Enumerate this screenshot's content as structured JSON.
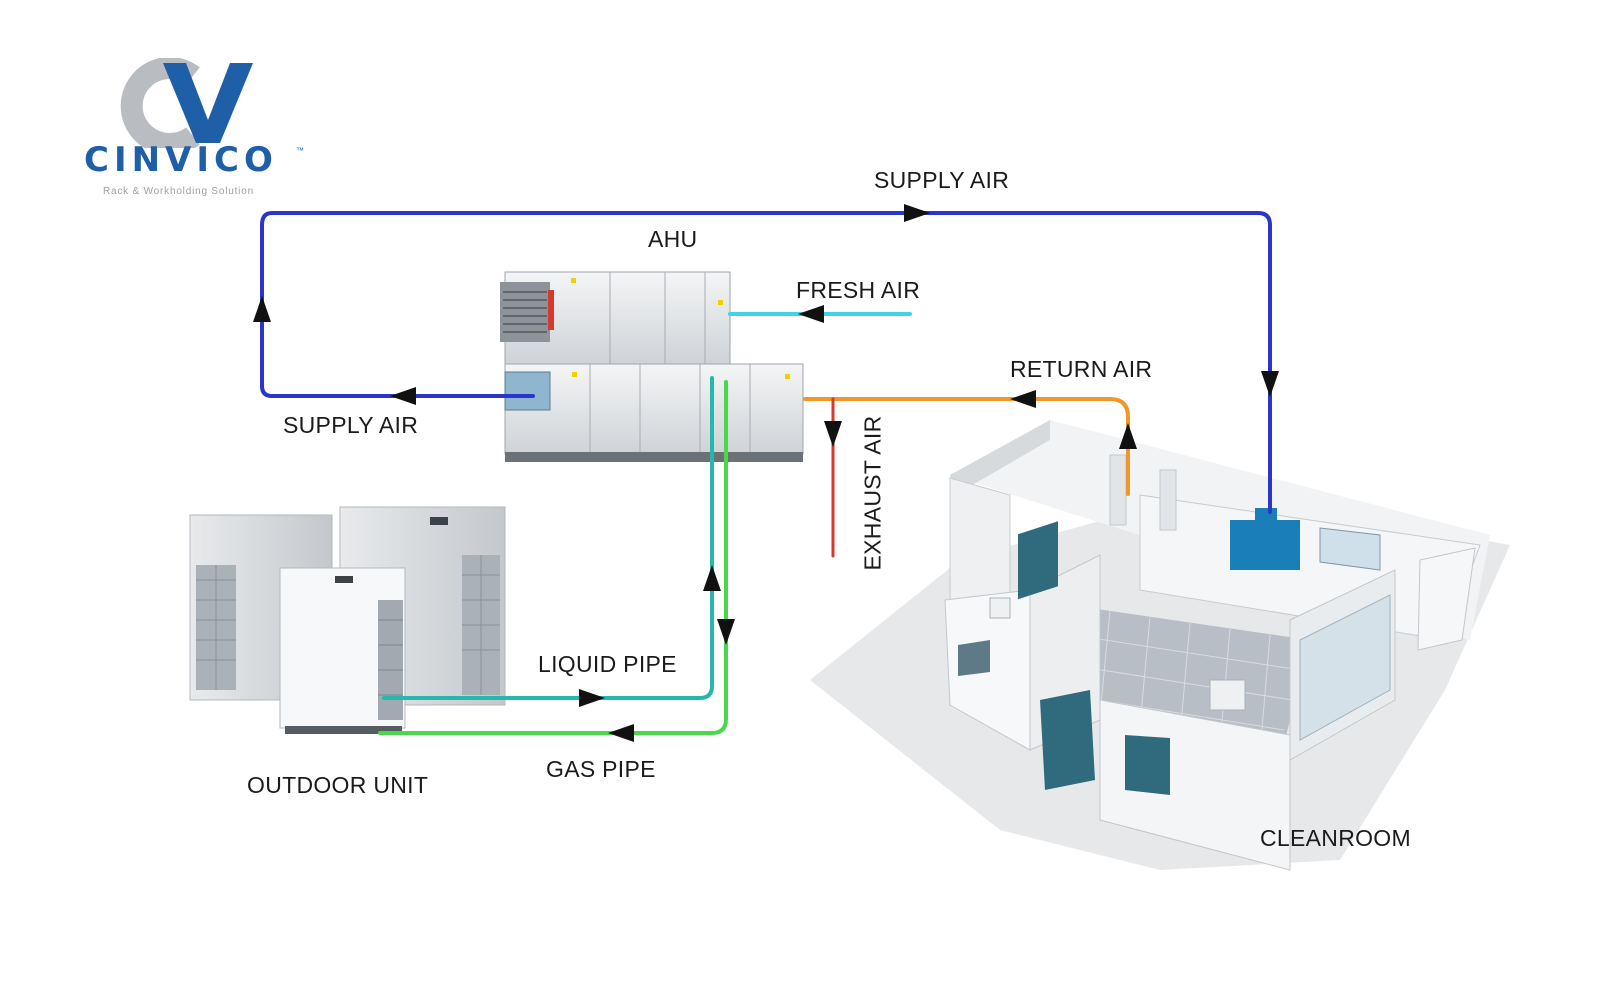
{
  "brand": {
    "name": "CINVICO",
    "trademark": "™",
    "tagline": "Rack & Workholding Solution",
    "logo_colors": {
      "grey": "#b9bcc0",
      "blue": "#1f5fa8"
    }
  },
  "labels": {
    "supply_air_top": "SUPPLY AIR",
    "ahu": "AHU",
    "fresh_air": "FRESH AIR",
    "return_air": "RETURN AIR",
    "supply_air_left": "SUPPLY AIR",
    "exhaust_air": "EXHAUST AIR",
    "liquid_pipe": "LIQUID PIPE",
    "gas_pipe": "GAS PIPE",
    "outdoor_unit": "OUTDOOR UNIT",
    "cleanroom": "CLEANROOM"
  },
  "colors": {
    "supply_air": "#2a36c9",
    "fresh_air": "#3fd3e3",
    "return_air": "#f0962a",
    "exhaust_air": "#d63a2e",
    "liquid_pipe": "#25b9ad",
    "gas_pipe": "#4ad84a",
    "diffuser": "#1a7fb8"
  },
  "icons": [
    "ahu-unit",
    "outdoor-unit",
    "cleanroom-model",
    "logo-mark"
  ]
}
